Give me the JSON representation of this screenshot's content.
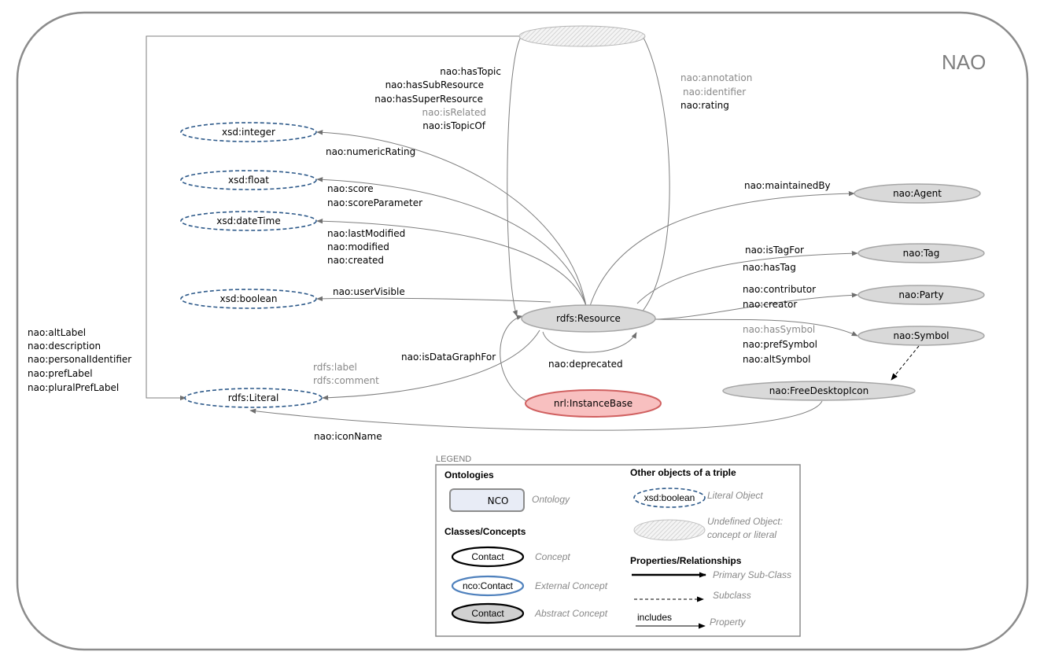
{
  "title": "NAO",
  "nodes": {
    "resource": "rdfs:Resource",
    "integer": "xsd:integer",
    "float": "xsd:float",
    "datetime": "xsd:dateTime",
    "boolean": "xsd:boolean",
    "literal": "rdfs:Literal",
    "agent": "nao:Agent",
    "tag": "nao:Tag",
    "party": "nao:Party",
    "symbol": "nao:Symbol",
    "freedesktopicon": "nao:FreeDesktopIcon",
    "instancebase": "nrl:InstanceBase"
  },
  "edges": {
    "topic_group": [
      "nao:hasTopic",
      "nao:hasSubResource",
      "nao:hasSuperResource",
      "nao:isRelated",
      "nao:isTopicOf"
    ],
    "annotation_group": [
      "nao:annotation",
      "nao:identifier",
      "nao:rating"
    ],
    "numeric_rating": "nao:numericRating",
    "score_group": [
      "nao:score",
      "nao:scoreParameter"
    ],
    "date_group": [
      "nao:lastModified",
      "nao:modified",
      "nao:created"
    ],
    "user_visible": "nao:userVisible",
    "label_group": [
      "rdfs:label",
      "rdfs:comment"
    ],
    "is_data_graph_for": "nao:isDataGraphFor",
    "deprecated": "nao:deprecated",
    "maintained_by": "nao:maintainedBy",
    "is_tag_for": "nao:isTagFor",
    "has_tag": "nao:hasTag",
    "contributor_group": [
      "nao:contributor",
      "nao:creator"
    ],
    "symbol_group": [
      "nao:hasSymbol",
      "nao:prefSymbol",
      "nao:altSymbol"
    ],
    "icon_name": "nao:iconName",
    "literal_group": [
      "nao:altLabel",
      "nao:description",
      "nao:personalIdentifier",
      "nao:prefLabel",
      "nao:pluralPrefLabel"
    ]
  },
  "legend": {
    "caption": "LEGEND",
    "ontologies_head": "Ontologies",
    "ontology_sample": "NCO",
    "ontology_desc": "Ontology",
    "classes_head": "Classes/Concepts",
    "concept_sample": "Contact",
    "concept_desc": "Concept",
    "external_sample": "nco:Contact",
    "external_desc": "External Concept",
    "abstract_sample": "Contact",
    "abstract_desc": "Abstract Concept",
    "other_head": "Other objects of a triple",
    "literal_sample": "xsd:boolean",
    "literal_desc": "Literal Object",
    "undefined_desc_1": "Undefined Object:",
    "undefined_desc_2": "concept or literal",
    "props_head": "Properties/Relationships",
    "primary_desc": "Primary Sub-Class",
    "subclass_desc": "Subclass",
    "includes_label": "includes",
    "property_desc": "Property"
  }
}
